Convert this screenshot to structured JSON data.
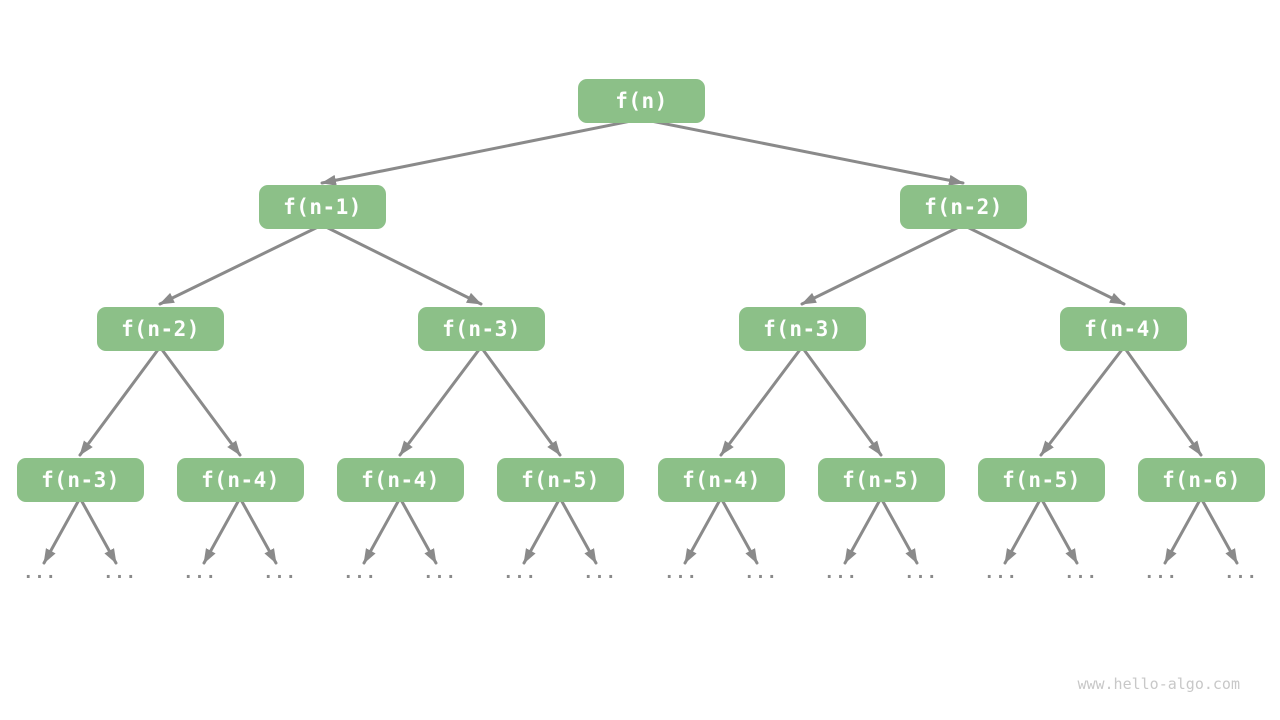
{
  "colors": {
    "background": "#FFFFFF",
    "node_fill": "#8CC088",
    "node_text": "#FFFFFF",
    "edge": "#8A8A8A",
    "ellipsis_text": "#8A8A8A",
    "watermark_text": "#C8C8C8"
  },
  "tree": {
    "levels": [
      [
        "f(n)"
      ],
      [
        "f(n-1)",
        "f(n-2)"
      ],
      [
        "f(n-2)",
        "f(n-3)",
        "f(n-3)",
        "f(n-4)"
      ],
      [
        "f(n-3)",
        "f(n-4)",
        "f(n-4)",
        "f(n-5)",
        "f(n-4)",
        "f(n-5)",
        "f(n-5)",
        "f(n-6)"
      ]
    ],
    "ellipsis_label": "...",
    "ellipsis_count": 16
  },
  "watermark": "www.hello-algo.com"
}
